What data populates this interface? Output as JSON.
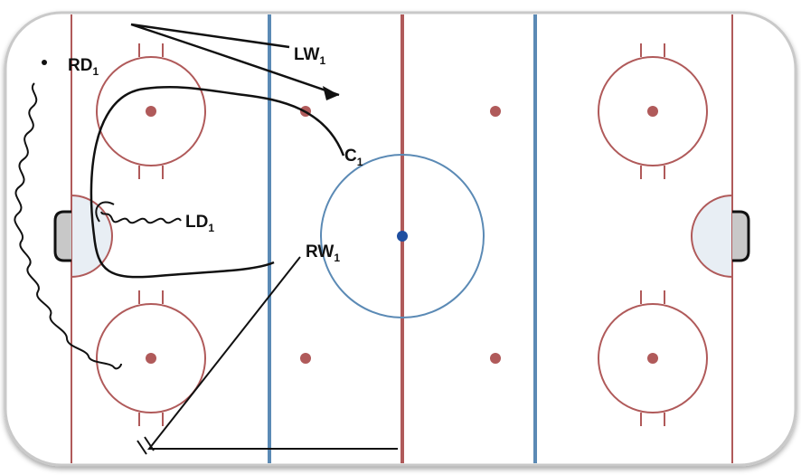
{
  "players": {
    "lw": {
      "name": "LW",
      "sub": "1"
    },
    "rd": {
      "name": "RD",
      "sub": "1"
    },
    "c": {
      "name": "C",
      "sub": "1"
    },
    "ld": {
      "name": "LD",
      "sub": "1"
    },
    "rw": {
      "name": "RW",
      "sub": "1"
    }
  },
  "colors": {
    "red_line": "#b05a5a",
    "blue_line": "#5b8ab5",
    "center_dot": "#1f4fa0",
    "ink": "#111111"
  }
}
